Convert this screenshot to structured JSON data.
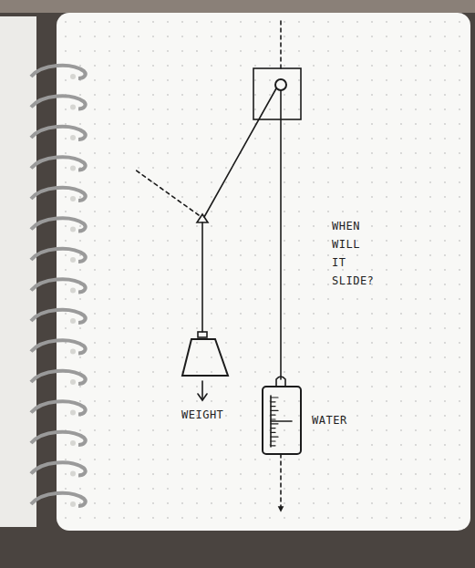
{
  "diagram": {
    "labels": [
      "WHEN WILL IT SLIDE?",
      "WEIGHT",
      "WATER"
    ]
  }
}
